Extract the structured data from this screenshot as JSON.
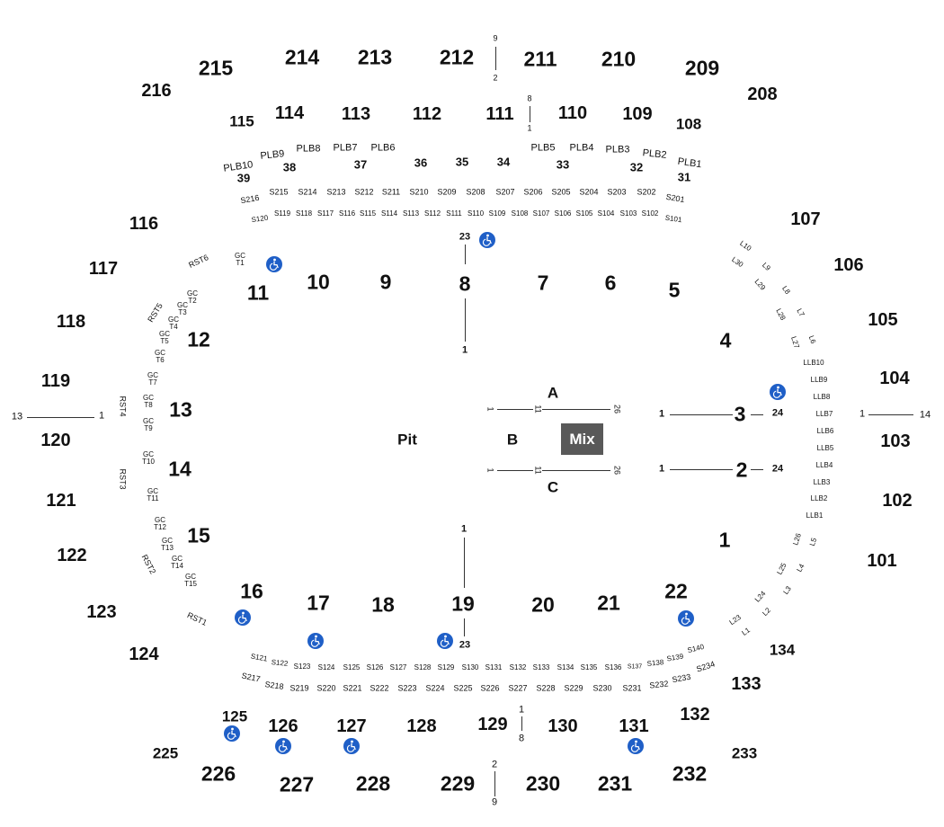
{
  "venue": {
    "upper_sections": [
      {
        "id": "s215",
        "label": "215"
      },
      {
        "id": "s214",
        "label": "214"
      },
      {
        "id": "s213",
        "label": "213"
      },
      {
        "id": "s212",
        "label": "212"
      },
      {
        "id": "s211",
        "label": "211"
      },
      {
        "id": "s210",
        "label": "210"
      },
      {
        "id": "s209",
        "label": "209"
      },
      {
        "id": "s208",
        "label": "208"
      },
      {
        "id": "s216",
        "label": "216"
      },
      {
        "id": "s225",
        "label": "225"
      },
      {
        "id": "s226",
        "label": "226"
      },
      {
        "id": "s227",
        "label": "227"
      },
      {
        "id": "s228",
        "label": "228"
      },
      {
        "id": "s229",
        "label": "229"
      },
      {
        "id": "s230",
        "label": "230"
      },
      {
        "id": "s231",
        "label": "231"
      },
      {
        "id": "s232",
        "label": "232"
      },
      {
        "id": "s233",
        "label": "233"
      }
    ],
    "lower_sections": [
      {
        "id": "s115",
        "label": "115"
      },
      {
        "id": "s114",
        "label": "114"
      },
      {
        "id": "s113",
        "label": "113"
      },
      {
        "id": "s112",
        "label": "112"
      },
      {
        "id": "s111",
        "label": "111"
      },
      {
        "id": "s110",
        "label": "110"
      },
      {
        "id": "s109",
        "label": "109"
      },
      {
        "id": "s108",
        "label": "108"
      },
      {
        "id": "s116",
        "label": "116"
      },
      {
        "id": "s117",
        "label": "117"
      },
      {
        "id": "s118",
        "label": "118"
      },
      {
        "id": "s119",
        "label": "119"
      },
      {
        "id": "s120",
        "label": "120"
      },
      {
        "id": "s121",
        "label": "121"
      },
      {
        "id": "s122",
        "label": "122"
      },
      {
        "id": "s123",
        "label": "123"
      },
      {
        "id": "s124",
        "label": "124"
      },
      {
        "id": "s107",
        "label": "107"
      },
      {
        "id": "s106",
        "label": "106"
      },
      {
        "id": "s105",
        "label": "105"
      },
      {
        "id": "s104",
        "label": "104"
      },
      {
        "id": "s103",
        "label": "103"
      },
      {
        "id": "s102",
        "label": "102"
      },
      {
        "id": "s101",
        "label": "101"
      },
      {
        "id": "s125",
        "label": "125"
      },
      {
        "id": "s126",
        "label": "126"
      },
      {
        "id": "s127",
        "label": "127"
      },
      {
        "id": "s128",
        "label": "128"
      },
      {
        "id": "s129",
        "label": "129"
      },
      {
        "id": "s130",
        "label": "130"
      },
      {
        "id": "s131",
        "label": "131"
      },
      {
        "id": "s132",
        "label": "132"
      },
      {
        "id": "s133",
        "label": "133"
      },
      {
        "id": "s134",
        "label": "134"
      }
    ],
    "floor_sections": [
      {
        "id": "f1",
        "label": "1"
      },
      {
        "id": "f2",
        "label": "2"
      },
      {
        "id": "f3",
        "label": "3"
      },
      {
        "id": "f4",
        "label": "4"
      },
      {
        "id": "f5",
        "label": "5"
      },
      {
        "id": "f6",
        "label": "6"
      },
      {
        "id": "f7",
        "label": "7"
      },
      {
        "id": "f8",
        "label": "8"
      },
      {
        "id": "f9",
        "label": "9"
      },
      {
        "id": "f10",
        "label": "10"
      },
      {
        "id": "f11",
        "label": "11"
      },
      {
        "id": "f12",
        "label": "12"
      },
      {
        "id": "f13",
        "label": "13"
      },
      {
        "id": "f14",
        "label": "14"
      },
      {
        "id": "f15",
        "label": "15"
      },
      {
        "id": "f16",
        "label": "16"
      },
      {
        "id": "f17",
        "label": "17"
      },
      {
        "id": "f18",
        "label": "18"
      },
      {
        "id": "f19",
        "label": "19"
      },
      {
        "id": "f20",
        "label": "20"
      },
      {
        "id": "f21",
        "label": "21"
      },
      {
        "id": "f22",
        "label": "22"
      }
    ],
    "floor_areas": {
      "pit": "Pit",
      "a": "A",
      "b": "B",
      "c": "C",
      "mix": "Mix"
    },
    "loge_top_b": [
      "PLB10",
      "PLB9",
      "PLB8",
      "PLB7",
      "PLB6",
      "PLB5",
      "PLB4",
      "PLB3",
      "PLB2",
      "PLB1"
    ],
    "loge_top_n": [
      "39",
      "38",
      "37",
      "36",
      "35",
      "34",
      "33",
      "32",
      "31"
    ],
    "suites_top_2": [
      "S216",
      "S215",
      "S214",
      "S213",
      "S212",
      "S211",
      "S210",
      "S209",
      "S208",
      "S207",
      "S206",
      "S205",
      "S204",
      "S203",
      "S202",
      "S201"
    ],
    "suites_top_1": [
      "S120",
      "S119",
      "S118",
      "S117",
      "S116",
      "S115",
      "S114",
      "S113",
      "S112",
      "S111",
      "S110",
      "S109",
      "S108",
      "S107",
      "S106",
      "S105",
      "S104",
      "S103",
      "S102",
      "S101"
    ],
    "suites_bot_1": [
      "S121",
      "S122",
      "S123",
      "S124",
      "S125",
      "S126",
      "S127",
      "S128",
      "S129",
      "S130",
      "S131",
      "S132",
      "S133",
      "S134",
      "S135",
      "S136",
      "S137",
      "S138",
      "S139",
      "S140"
    ],
    "suites_bot_2": [
      "S217",
      "S218",
      "S219",
      "S220",
      "S221",
      "S222",
      "S223",
      "S224",
      "S225",
      "S226",
      "S227",
      "S228",
      "S229",
      "S230",
      "S231",
      "S232",
      "S233",
      "S234"
    ],
    "loge_right_l": [
      "L10",
      "L9",
      "L8",
      "L7",
      "L6",
      "L30",
      "L29",
      "L28",
      "L27",
      "L5",
      "L4",
      "L3",
      "L2",
      "L1",
      "L26",
      "L25",
      "L24",
      "L23"
    ],
    "loge_right_llb": [
      "LLB10",
      "LLB9",
      "LLB8",
      "LLB7",
      "LLB6",
      "LLB5",
      "LLB4",
      "LLB3",
      "LLB2",
      "LLB1"
    ],
    "rst": [
      "RST6",
      "RST5",
      "RST4",
      "RST3",
      "RST2",
      "RST1"
    ],
    "gc_prefix": "GC",
    "gc_tables": [
      "T1",
      "T2",
      "T3",
      "T4",
      "T5",
      "T6",
      "T7",
      "T8",
      "T9",
      "T10",
      "T11",
      "T12",
      "T13",
      "T14",
      "T15"
    ],
    "row_numbers": {
      "top_9": "9",
      "top_2": "2",
      "mid_8": "8",
      "mid_1": "1",
      "f8_23": "23",
      "f8_1": "1",
      "f19_1": "1",
      "f19_23": "23",
      "a_1": "1",
      "a_11": "11",
      "a_26": "26",
      "c_1": "1",
      "c_11": "11",
      "c_26": "26",
      "f3_1": "1",
      "f3_24": "24",
      "f2_1": "1",
      "f2_24": "24",
      "left_13": "13",
      "left_1": "1",
      "right_1": "1",
      "right_14": "14",
      "bot_1": "1",
      "bot_8": "8",
      "bot_2": "2",
      "bot_9": "9"
    }
  }
}
